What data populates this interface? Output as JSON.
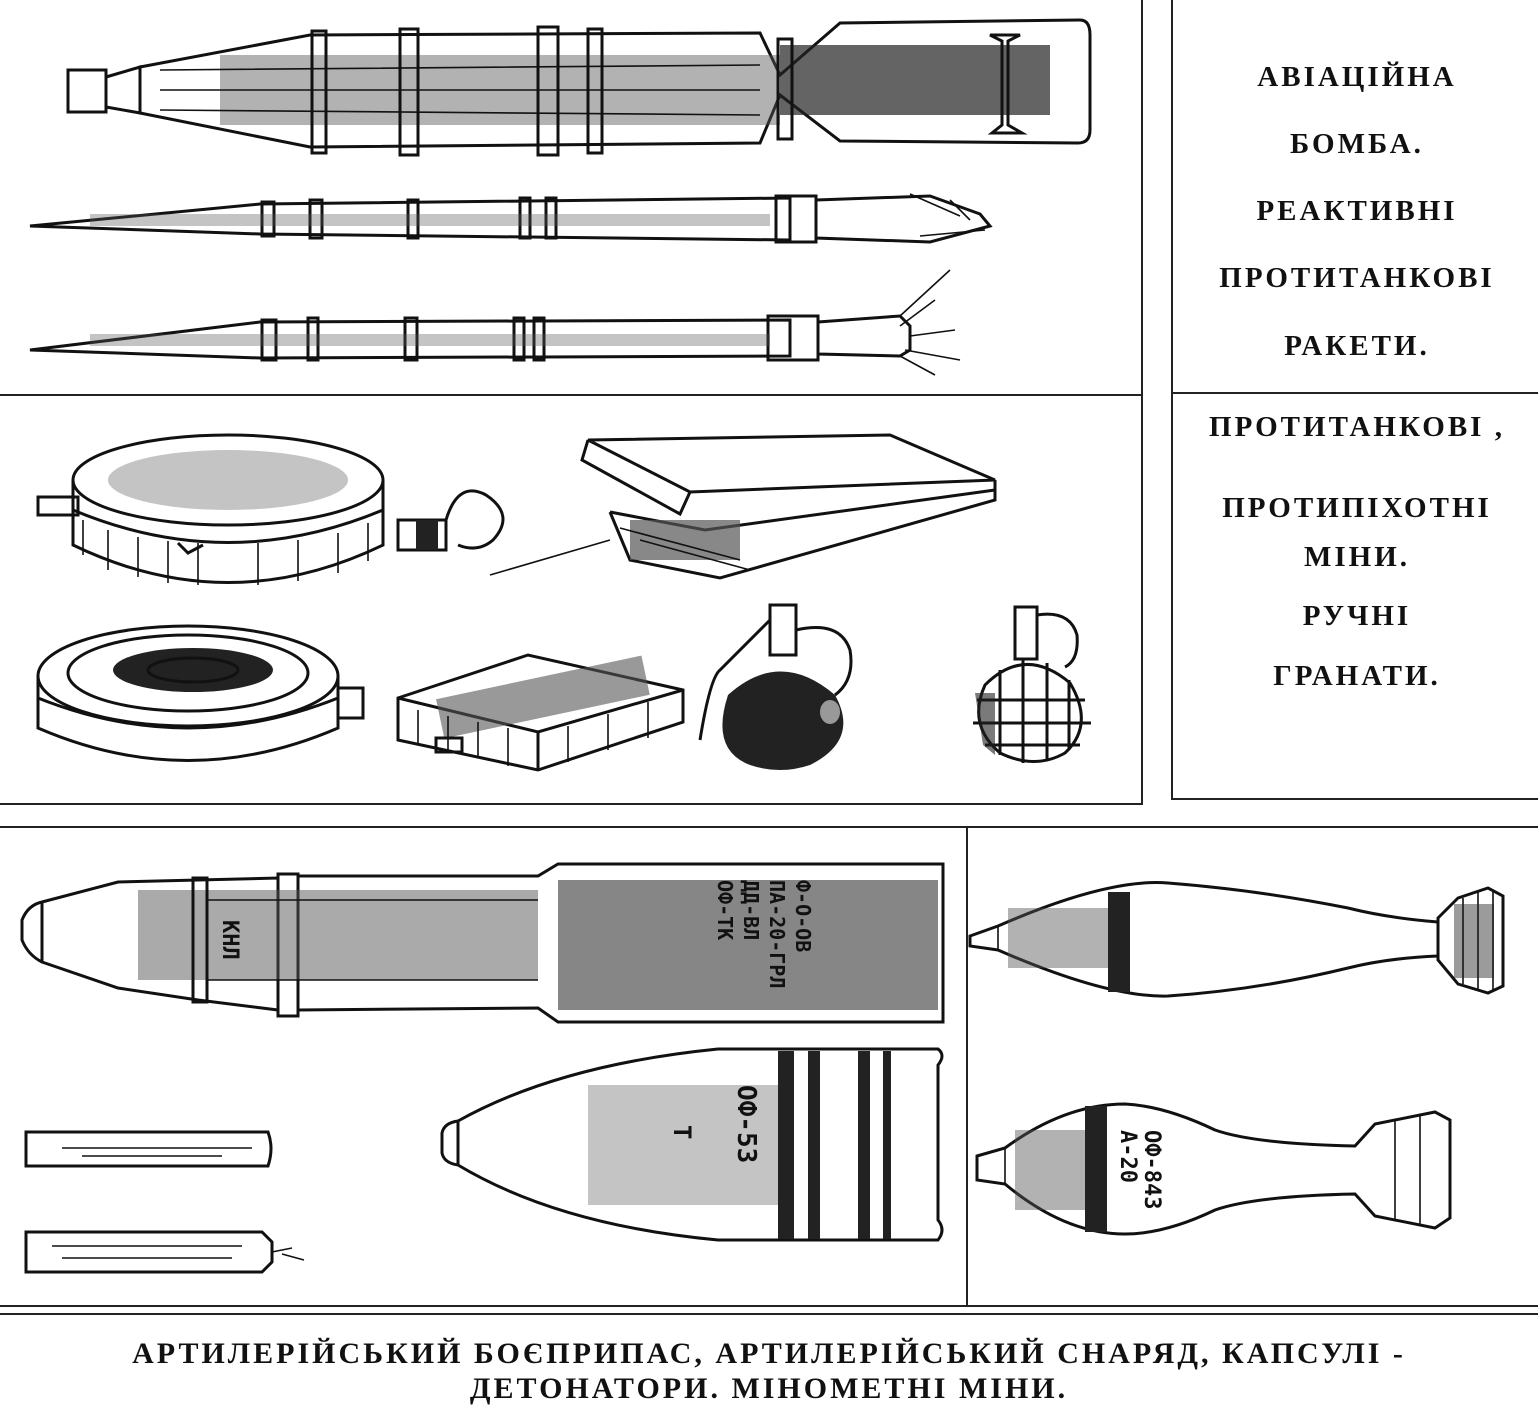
{
  "panels": {
    "top_right": {
      "lines": [
        "АВІАЦІЙНА",
        "БОМБА.",
        "РЕАКТИВНІ",
        "ПРОТИТАНКОВІ",
        "РАКЕТИ."
      ]
    },
    "middle_right": {
      "lines": [
        "ПРОТИТАНКОВІ ,",
        "ПРОТИПІХОТНІ",
        "МІНИ.",
        "РУЧНІ",
        "ГРАНАТИ."
      ]
    }
  },
  "bottom_caption": {
    "line1": "АРТИЛЕРІЙСЬКИЙ БОЄПРИПАС, АРТИЛЕРІЙСЬКИЙ СНАРЯД, КАПСУЛІ -",
    "line2": "ДЕТОНАТОРИ. МІНОМЕТНІ МІНИ."
  },
  "markings": {
    "shell_cartridge": [
      "ОФ-ТК",
      "ДД-ВЛ",
      "ПА-20-ГРЛ",
      "Ф-О-ОВ"
    ],
    "shell_cartridge_short": "КНЛ",
    "shell_projectile": [
      "ОФ-53",
      "Т"
    ],
    "mortar_lower": [
      "А-20",
      "ОФ-843"
    ]
  },
  "icons": {
    "bomb": "aviation-bomb-drawing",
    "rocket": "antitank-rocket-drawing",
    "mine": "mine-drawing",
    "grenade": "hand-grenade-drawing",
    "shell": "artillery-shell-drawing",
    "detonator": "detonator-cap-drawing",
    "mortar": "mortar-mine-drawing"
  }
}
